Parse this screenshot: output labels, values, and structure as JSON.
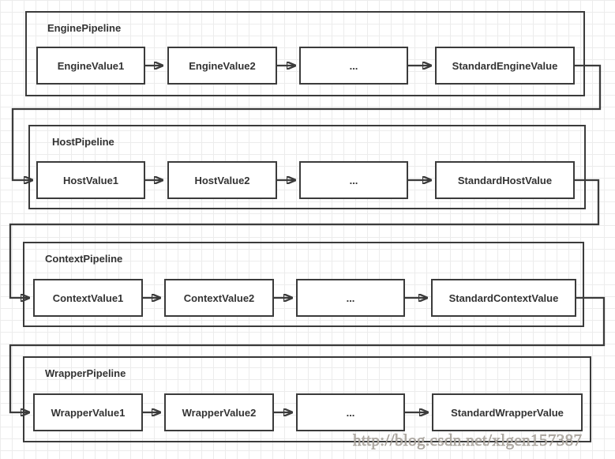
{
  "diagram": {
    "pipelines": [
      {
        "title": "EnginePipeline",
        "stages": [
          "EngineValue1",
          "EngineValue2",
          "...",
          "StandardEngineValue"
        ]
      },
      {
        "title": "HostPipeline",
        "stages": [
          "HostValue1",
          "HostValue2",
          "...",
          "StandardHostValue"
        ]
      },
      {
        "title": "ContextPipeline",
        "stages": [
          "ContextValue1",
          "ContextValue2",
          "...",
          "StandardContextValue"
        ]
      },
      {
        "title": "WrapperPipeline",
        "stages": [
          "WrapperValue1",
          "WrapperValue2",
          "...",
          "StandardWrapperValue"
        ]
      }
    ],
    "watermark": "http://blog.csdn.net/xlgen157387",
    "colors": {
      "line": "#3b3b3b",
      "text": "#333333",
      "grid": "#ececec",
      "background": "#ffffff",
      "watermark": "#b6b1aa"
    }
  }
}
